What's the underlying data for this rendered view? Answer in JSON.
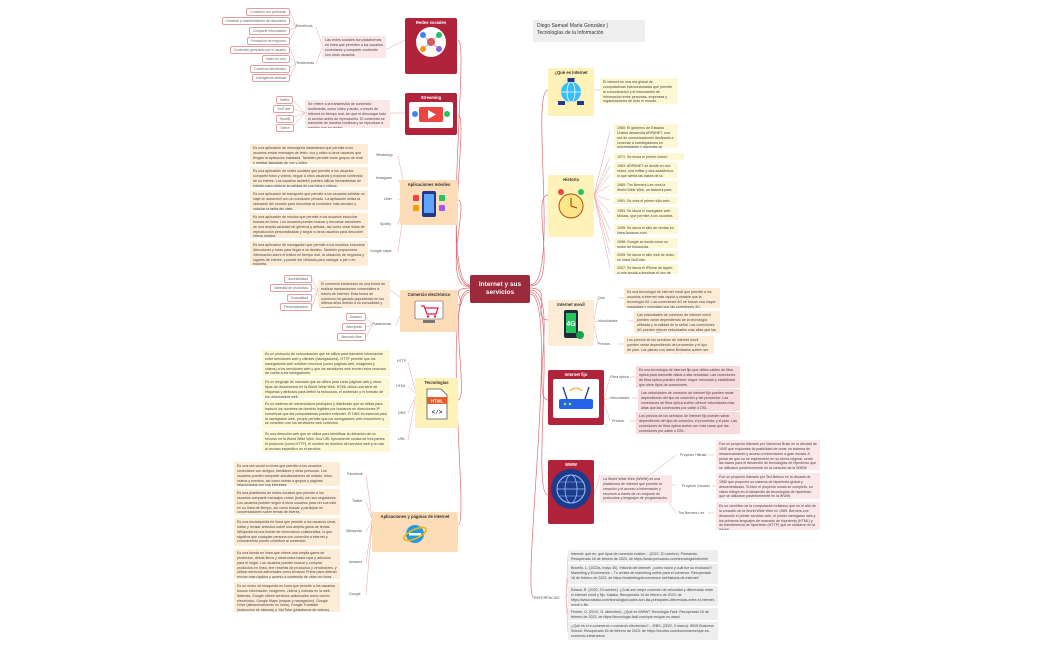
{
  "header": {
    "line1": "Diego Samuel María González |",
    "line2": "Tecnologías de la Información"
  },
  "central": "Internet y sus servicios",
  "redes": {
    "title": "Redes sociales",
    "desc": "Las redes sociales son plataformas en línea que permiten a los usuarios conectarse y compartir contenido con otros usuarios.",
    "beneficios_label": "Beneficios",
    "beneficios": [
      "Conexión con personas",
      "Creación y mantenimiento de relaciones",
      "Compartir información",
      "Promoción de negocios"
    ],
    "tendencias_label": "Tendencias",
    "tendencias": [
      "Contenido generado por el usuario",
      "Video en vivo",
      "Comercio electrónico",
      "Inteligencia artificial"
    ]
  },
  "streaming": {
    "title": "Streaming",
    "desc": "Se refiere a la transmisión de contenido multimedia, como video y audio, a través de internet en tiempo real, sin que el descargar todo el archivo antes de reproducirlo. El contenido se transmite de manera continua y se reproduce a medida que se recibe.",
    "items": [
      "Netflix",
      "YouTube",
      "Spotify",
      "Twitch"
    ]
  },
  "moviles": {
    "title": "Aplicaciones móviles",
    "apps": [
      {
        "name": "WhatsApp",
        "desc": "Es una aplicación de mensajería instantánea que permite a los usuarios enviar mensajes de texto, voz y video a otros usuarios que tengan la aplicación instalada. También permite crear grupos de chat y realizar llamadas de voz y video."
      },
      {
        "name": "Instagram",
        "desc": "Es una aplicación de redes sociales que permite a los usuarios compartir fotos y videos, seguir a otros usuarios y explorar contenido de su interés. Los usuarios también pueden utilizar herramientas de edición para mejorar la calidad de sus fotos y videos."
      },
      {
        "name": "Uber",
        "desc": "Es una aplicación de transporte que permite a los usuarios solicitar un viaje en automóvil con un conductor privado. La aplicación utiliza la ubicación del usuario para encontrar al conductor más cercano y calcular la tarifa del viaje."
      },
      {
        "name": "Spotify",
        "desc": "Es una aplicación de música que permite a los usuarios escuchar música en línea. Los usuarios pueden buscar y escuchar canciones de una amplia variedad de géneros y artistas, así como crear listas de reproducción personalizadas y seguir a otros usuarios para descubrir nueva música."
      },
      {
        "name": "Google maps",
        "desc": "Es una aplicación de navegación que permite a los usuarios encontrar direcciones y rutas para llegar a un destino. También proporciona información sobre el tráfico en tiempo real, la ubicación de negocios y lugares de interés, y puede ser utilizada para navegar a pie o en bicicleta."
      }
    ]
  },
  "comercio": {
    "title": "Comercio electrónico",
    "desc": "El comercio electrónico es una forma de realizar transacciones comerciales a través de internet. Esta forma de comercio ha ganado popularidad en los últimos años debido a su comodidad y accesibilidad.",
    "features": [
      "Accesibilidad",
      "Variedad de productos",
      "Comodidad",
      "Personalización"
    ],
    "plat_label": "Plataformas",
    "plataformas": [
      "Amazon",
      "Aliexpress",
      "Mercado libre"
    ]
  },
  "tecnologias": {
    "title": "Tecnologías",
    "items": [
      {
        "name": "HTTP",
        "desc": "Es un protocolo de comunicación que se utiliza para transferir información entre servidores web y clientes (navegadores). HTTP permite que los navegadores web soliciten recursos (como páginas web, imágenes y videos) a los servidores web y que los servidores web envíen esos recursos de vuelta a los navegadores."
      },
      {
        "name": "HTML",
        "desc": "Es un lenguaje de marcado que se utiliza para crear páginas web y otros tipos de documentos en la World Wide Web. HTML utiliza una serie de etiquetas y atributos para definir la estructura, el contenido y el formato de los documentos web."
      },
      {
        "name": "DNS",
        "desc": "Es un sistema de nomenclatura jerárquico y distribuido que se utiliza para traducir los nombres de dominio legibles por humanos en direcciones IP numéricas que las computadoras pueden entender. El DNS es esencial para la navegación web, ya que permite que los navegadores web encuentren y se conecten con los servidores web correctos."
      },
      {
        "name": "URL",
        "desc": "Es una dirección web que se utiliza para identificar la ubicación de un recurso en la World Wide Web. Una URL típicamente consta de tres partes: el protocolo (como HTTP), el nombre de dominio del servidor web y la ruta al recurso específico en el servidor."
      }
    ]
  },
  "aplicaciones": {
    "title": "Aplicaciones y páginas de internet",
    "items": [
      {
        "name": "Facebook",
        "desc": "Es una red social en línea que permite a los usuarios conectarse con amigos, familiares y otras personas. Los usuarios pueden compartir actualizaciones de estado, fotos, videos y eventos, así como unirse a grupos y páginas relacionados con sus intereses."
      },
      {
        "name": "Twitter",
        "desc": "Es una plataforma de redes sociales que permite a los usuarios compartir mensajes cortos (tuits) con sus seguidores. Los usuarios pueden seguir a otros usuarios para ver sus tuits en su línea de tiempo, así como buscar y participar en conversaciones sobre temas de interés."
      },
      {
        "name": "Wikipedia",
        "desc": "Es una enciclopedia en línea que permite a los usuarios crear, editar y revisar artículos sobre una amplia gama de temas. Wikipedia es una fuente de información colaborativa, lo que significa que cualquier persona con conexión a internet y conocimiento puede contribuir al contenido."
      },
      {
        "name": "Amazon",
        "desc": "Es una tienda en línea que ofrece una amplia gama de productos, desde libros y electrónica hasta ropa y artículos para el hogar. Los usuarios pueden buscar y comprar productos en línea, leer reseñas de productos y vendedores, y utilizar servicios adicionales como Amazon Prime para obtener envíos más rápidos y acceso a contenido de video en línea."
      },
      {
        "name": "Google",
        "desc": "Es un motor de búsqueda en línea que permite a los usuarios buscar información, imágenes, videos y noticias en la web. Además, Google ofrece servicios adicionales como correo electrónico, Google Maps (mapas y navegación), Google Drive (almacenamiento en línea), Google Translate (traducción de idiomas) y YouTube (plataforma de videos)."
      }
    ]
  },
  "que_es": {
    "title": "¿Qué es Internet",
    "desc": "El internet es una red global de computadoras interconectadas que permite la comunicación y el intercambio de información entre personas, empresas y organizaciones de todo el mundo."
  },
  "historia": {
    "title": "Historia",
    "events": [
      "1960: El gobierno de Estados Unidos desarrolla ARPANET, una red de comunicaciones destinada a conectar a investigadores en universidades y agencias de defensa.",
      "1971: Se envía el primer correo electrónico.",
      "1983: ARPANET se divide en dos redes, una militar y otra académica, lo que sienta las bases de la arquitectura de internet.",
      "1989: Tim Berners-Lee crea la World Wide Web, un sistema para acceder a información en la red.",
      "1991: Se crea el primer sitio web.",
      "1993: Se lanza el navegador web Mosaic, que permite a los usuarios acceder a la web de manera más fácil.",
      "1995: Se lanza el sitio de ventas en línea Amazon.com.",
      "1998: Google se funda como un motor de búsqueda.",
      "2005: Se lanza el sitio web de video en línea YouTube.",
      "2007: Se lanza el iPhone de Apple, lo que ayuda a impulsar el uso de internet móvil."
    ]
  },
  "movil": {
    "title": "Internet movil",
    "items": [
      {
        "name": "Qué",
        "desc": "Es una tecnología de internet móvil que permite a los usuarios a internet más rápido y estable que la tecnología 3G. Las conexiones 4G se basan una mayor capacidad y velocidad que las conexiones 3G."
      },
      {
        "name": "Velocidades",
        "desc": "Las velocidades de conexión de internet móvil pueden variar dependiendo de la tecnología utilizada y la calidad de la señal. Las conexiones 4G pueden ofrecer velocidades más altas que las conexiones 3G."
      },
      {
        "name": "Precios",
        "desc": "Los precios de los servicios de internet móvil pueden variar dependiendo del proveedor y el tipo de plan. Los planes con datos ilimitados suelen ser más caros que los planes con límites de datos."
      }
    ]
  },
  "fijo": {
    "title": "Internet fijo",
    "items": [
      {
        "name": "Fibra óptica",
        "desc": "Es una tecnología de internet fijo que utiliza cables de fibra óptica para transmitir datos a alta velocidad. Las conexiones de fibra óptica pueden ofrecer mayor velocidad y estabilidad que otros tipos de conexiones."
      },
      {
        "name": "Velocidades",
        "desc": "Las velocidades de conexión de internet fijo pueden variar dependiendo del tipo de conexión y del proveedor. Las conexiones de fibra óptica suelen ofrecer velocidades más altas que las conexiones por cable o DSL."
      },
      {
        "name": "Precios",
        "desc": "Los precios de los servicios de internet fijo pueden variar dependiendo del tipo de conexión, el proveedor y el plan. Las conexiones de fibra óptica suelen ser más caras que las conexiones por cable o DSL."
      }
    ]
  },
  "www": {
    "title": "WWW",
    "desc": "La World Wide Web (WWW) es una plataforma de internet que permite la creación y el acceso a información y recursos a través de un conjunto de protocolos y lenguajes de programación.",
    "items": [
      {
        "name": "Proyecto Hiltrala",
        "desc": "Fue un proyecto liderado por Vannevar Bush en la década de 1940 que exploraba la posibilidad de crear un sistema de almacenamiento y acceso a información a gran escala. A pesar de que no se implementó en su forma original, sentó las bases para el desarrollo de tecnologías de hipertexto que se utilizaron posteriormente en la creación de la WWW."
      },
      {
        "name": "Proyecto Xanadu",
        "desc": "Fue un proyecto liderado por Ted Nelson en la década de 1960 que proponía un sistema de hipertexto global y descentralizado. Si bien el proyecto nunca se completó, su visión influyó en el desarrollo de tecnologías de hipertexto que se utilizaron posteriormente en la WWW."
      },
      {
        "name": "Tim Berners Lee",
        "desc": "Es un científico de la computación británico que en el año de la creación de la World Wide Web en 1989. Berners-Lee desarrolló el primer servidor web, el primer navegador web y los primeros lenguajes de marcado de hipertexto (HTML) y de transferencia de hipertexto (HTTP) que se utilizaron en la WWW."
      }
    ]
  },
  "referencias": {
    "label": "REFERENCIAS",
    "items": [
      "Internet: qué es, qué tipos de conexión existen... (2022, 20 octubre). Pensando. Recuperado 16 de febrero de 2023, de https://www.pensando.com/tecnologia/internet/",
      "Briceño, L. (2022a, mayo 30). Historia del internet: ¿cómo nació y cuál fue su evolución? Marketing y Ecommerce – Tu revista de marketing online para el comercio. Recuperado 16 de febrero de 2023, de https://marketing4ecommerce.net/historia-de-internet/",
      "Eslava, R. (2020, 23 octubre). ¿Cuál son mejor conexión de velocidad y diferencias entre el internet móvil y fijo. Xataka. Recuperado 16 de febrero de 2023, de https://www.xataka.com/tecnologia/cuales-son-las-principales-diferencias-entre-el-internet-movil-y-fijo",
      "Fleeter, O. (2019, 11 diciembre). ¿Qué es WWW? Tecnología Fácil. Recuperado 16 de febrero de 2023, de https://tecnologia-facil.com/que-es/que-es-www/",
      "¿Qué es el e-commerce o comercio electrónico? – IEBS. (2022, 9 marzo). IEBS Business School. Recuperado 16 de febrero de 2023, de https://es.iebs.com/ecommerce/que-es-comercio-electronico/"
    ]
  },
  "colors": {
    "central": "#9b2b3a",
    "yellow": "#fef2b8",
    "beige": "#fcecd6",
    "pink": "#f8d9dc",
    "orange_topic": "#fddcb8",
    "red_topic": "#b0233a",
    "line": "#c85a5a"
  }
}
